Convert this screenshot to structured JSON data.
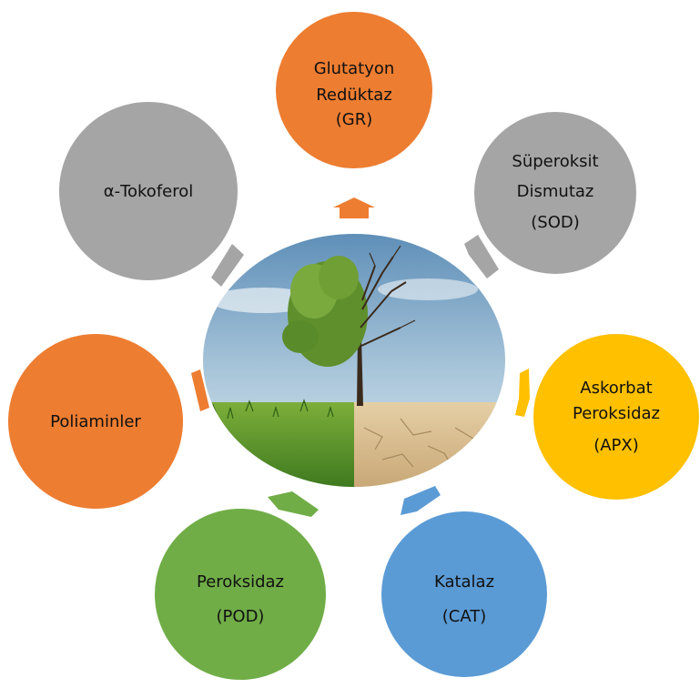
{
  "center": {
    "image_subject": "half-green half-dry landscape with a tree (healthy vs. drought-stressed)"
  },
  "nodes": [
    {
      "id": "gr",
      "lines": [
        "Glutatyon",
        "Redüktaz",
        "(GR)"
      ],
      "color": "#ED7D31",
      "arrow_color": "#ED7D31"
    },
    {
      "id": "sod",
      "lines": [
        "Süperoksit",
        "Dismutaz",
        "(SOD)"
      ],
      "color": "#A5A5A5",
      "arrow_color": "#A5A5A5"
    },
    {
      "id": "apx",
      "lines": [
        "Askorbat",
        "Peroksidaz",
        "(APX)"
      ],
      "color": "#FFC000",
      "arrow_color": "#FFC000"
    },
    {
      "id": "cat",
      "lines": [
        "Katalaz",
        "(CAT)"
      ],
      "color": "#5B9BD5",
      "arrow_color": "#5B9BD5"
    },
    {
      "id": "pod",
      "lines": [
        "Peroksidaz",
        "(POD)"
      ],
      "color": "#70AD47",
      "arrow_color": "#70AD47"
    },
    {
      "id": "pol",
      "lines": [
        "Poliaminler"
      ],
      "color": "#ED7D31",
      "arrow_color": "#ED7D31"
    },
    {
      "id": "toc",
      "lines": [
        "α-Tokoferol"
      ],
      "color": "#A5A5A5",
      "arrow_color": "#A5A5A5"
    }
  ]
}
